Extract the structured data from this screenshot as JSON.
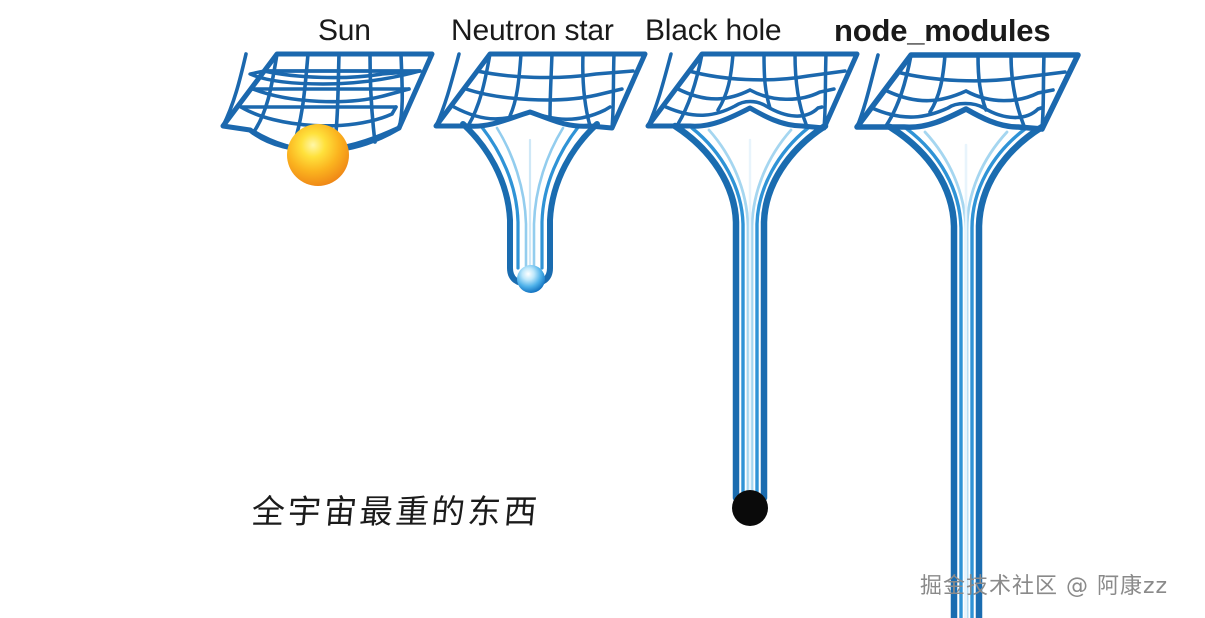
{
  "background_color": "#ffffff",
  "theme": {
    "grid_blue_dark": "#1b5fa8",
    "grid_blue_mid": "#1f7cc4",
    "grid_blue_light": "#7cc0e8",
    "tube_blue": "#1878c0",
    "tube_highlight": "#d8ecf8",
    "sun_core": "#ffe84a",
    "sun_edge": "#f08a1c",
    "neutron_core": "#ffffff",
    "neutron_edge": "#1483d6",
    "blackhole_color": "#0a0a0a",
    "label_color": "#1a1a1a",
    "watermark_color": "#8a8a8a"
  },
  "panels": [
    {
      "id": "sun",
      "label": "Sun",
      "body_type": "sun",
      "depth": "shallow",
      "body_visible": true
    },
    {
      "id": "neutron-star",
      "label": "Neutron star",
      "body_type": "neutron-star",
      "depth": "medium",
      "body_visible": true
    },
    {
      "id": "black-hole",
      "label": "Black hole",
      "body_type": "black-hole",
      "depth": "deep",
      "body_visible": true
    },
    {
      "id": "node-modules",
      "label": "node_modules",
      "label_bold": true,
      "body_type": "none",
      "depth": "infinite",
      "body_visible": false
    }
  ],
  "caption": {
    "text": "全宇宙最重的东西",
    "translation_hint": "The heaviest thing in the universe"
  },
  "watermark": {
    "text": "掘金技术社区 @ 阿康zz"
  }
}
